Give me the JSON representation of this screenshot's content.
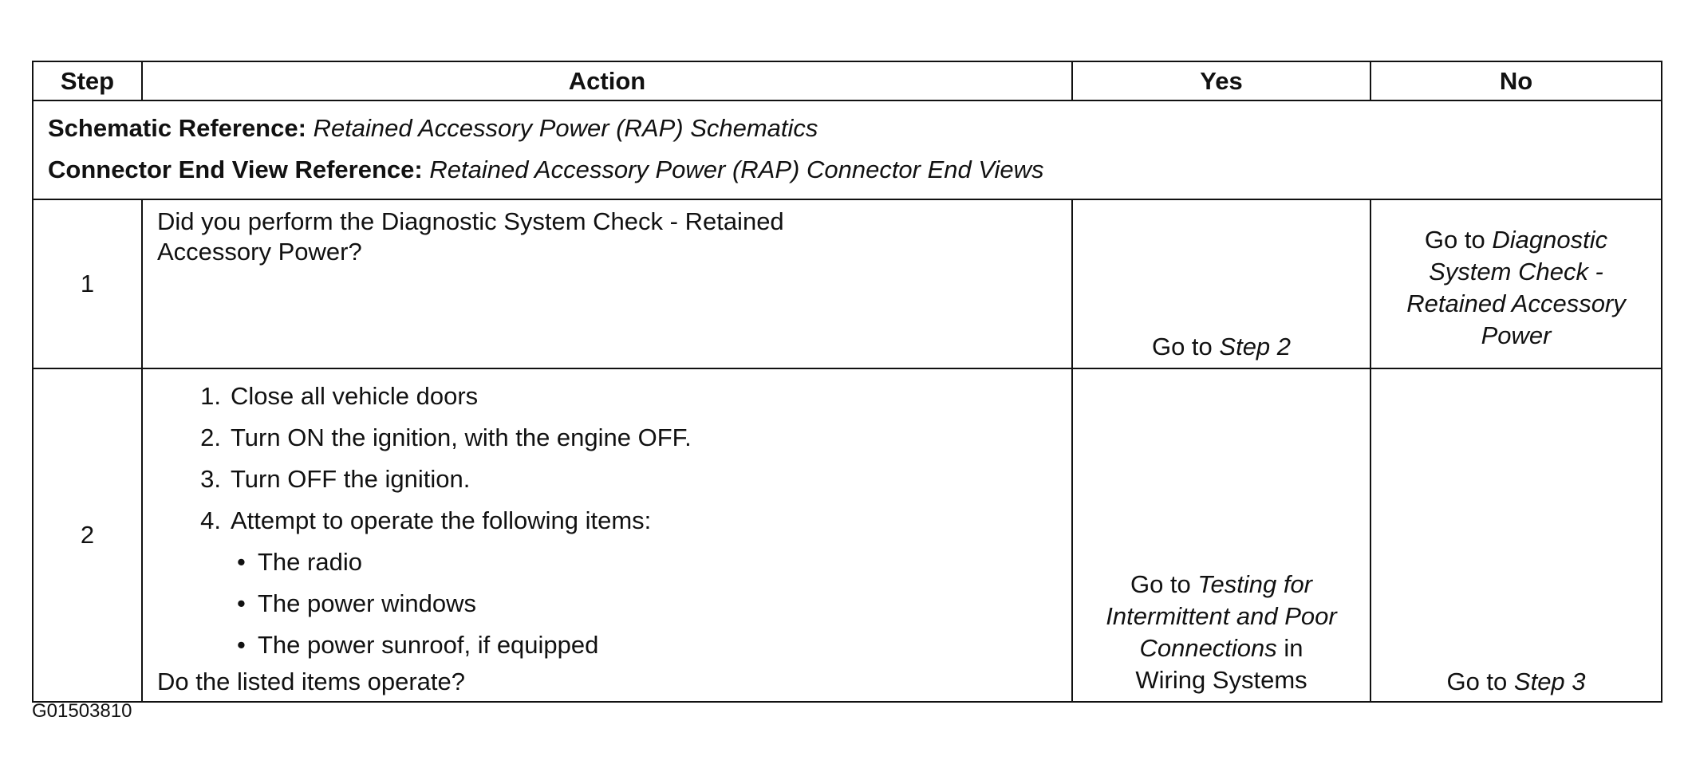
{
  "headers": {
    "step": "Step",
    "action": "Action",
    "yes": "Yes",
    "no": "No"
  },
  "references": {
    "schematic_label": "Schematic Reference:",
    "schematic_value": "Retained Accessory Power (RAP) Schematics",
    "connector_label": "Connector End View Reference:",
    "connector_value": "Retained Accessory Power (RAP) Connector End Views"
  },
  "step1": {
    "number": "1",
    "question_line1": "Did you perform the Diagnostic System Check - Retained",
    "question_line2": "Accessory Power?",
    "yes_prefix": "Go to ",
    "yes_link": "Step 2",
    "no_prefix": "Go to ",
    "no_link_line1": "Diagnostic",
    "no_link_line2": "System Check -",
    "no_link_line3": "Retained Accessory",
    "no_link_line4": "Power"
  },
  "step2": {
    "number": "2",
    "actions": [
      {
        "num": "1.",
        "text": "Close all vehicle doors"
      },
      {
        "num": "2.",
        "text": "Turn ON the ignition, with the engine OFF."
      },
      {
        "num": "3.",
        "text": "Turn OFF the ignition."
      },
      {
        "num": "4.",
        "text": "Attempt to operate the following items:"
      }
    ],
    "items": [
      "The radio",
      "The power windows",
      "The power sunroof, if equipped"
    ],
    "bullet": "•",
    "question": "Do the listed items operate?",
    "yes_prefix": "Go to ",
    "yes_link_line1": "Testing for",
    "yes_link_line2": "Intermittent and Poor",
    "yes_link_line3": "Connections",
    "yes_suffix_line3": " in",
    "yes_line4": "Wiring Systems",
    "no_prefix": "Go to ",
    "no_link": "Step 3"
  },
  "figure_id": "G01503810"
}
